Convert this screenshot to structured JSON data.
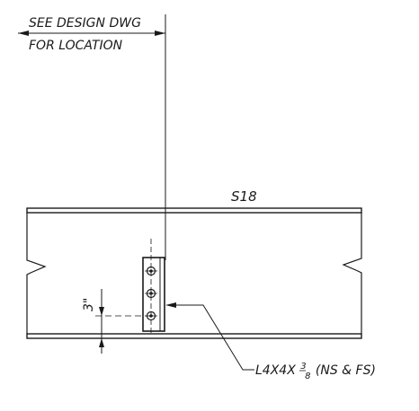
{
  "note": {
    "line1": "SEE DESIGN DWG",
    "line2": "FOR LOCATION"
  },
  "beam_label": "S18",
  "dimension_label": "3\"",
  "angle_callout": {
    "prefix": "L4X4X",
    "fraction_num": "3",
    "fraction_den": "8",
    "suffix": " (NS & FS)"
  },
  "colors": {
    "ink": "#1a1a1a",
    "background": "#ffffff"
  }
}
